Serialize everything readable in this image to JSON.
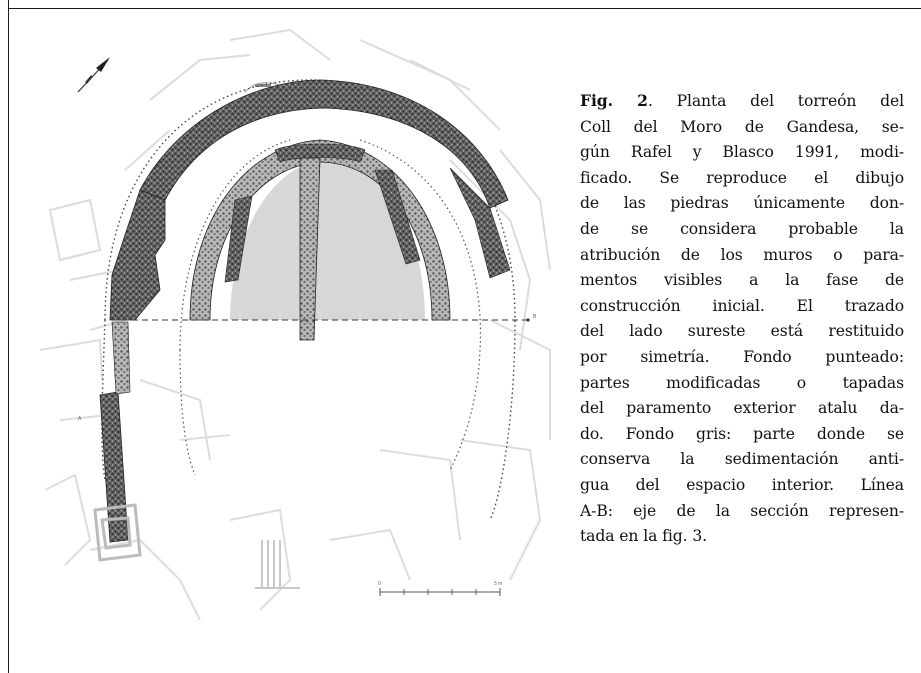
{
  "caption": {
    "fig_label": "Fig. 2",
    "lines": [
      ". Planta del torreón del",
      "Coll del Moro de Gandesa, se-",
      "gún Rafel y Blasco 1991, modi-",
      "ficado. Se reproduce el dibujo",
      "de las piedras únicamente don-",
      "de se considera probable la",
      "atribución de los muros o para-",
      "mentos visibles a la fase de",
      "construcción inicial. El trazado",
      "del lado sureste está restituido",
      "por simetría. Fondo punteado:",
      "partes modificadas o tapadas",
      "del paramento exterior atalu da-",
      "do. Fondo gris: parte donde se",
      "conserva la sedimentación anti-",
      "gua del espacio interior. Línea",
      "A-B: eje de la sección represen-",
      "tada en la fig. 3."
    ]
  },
  "plan": {
    "label_a": "A",
    "label_b": "B",
    "scale_start": "0",
    "scale_end": "5 m"
  },
  "colors": {
    "ink": "#111111",
    "stone": "#555555",
    "gray_fill": "#d7d7d7",
    "faint_lines": "#dcdcdc"
  }
}
